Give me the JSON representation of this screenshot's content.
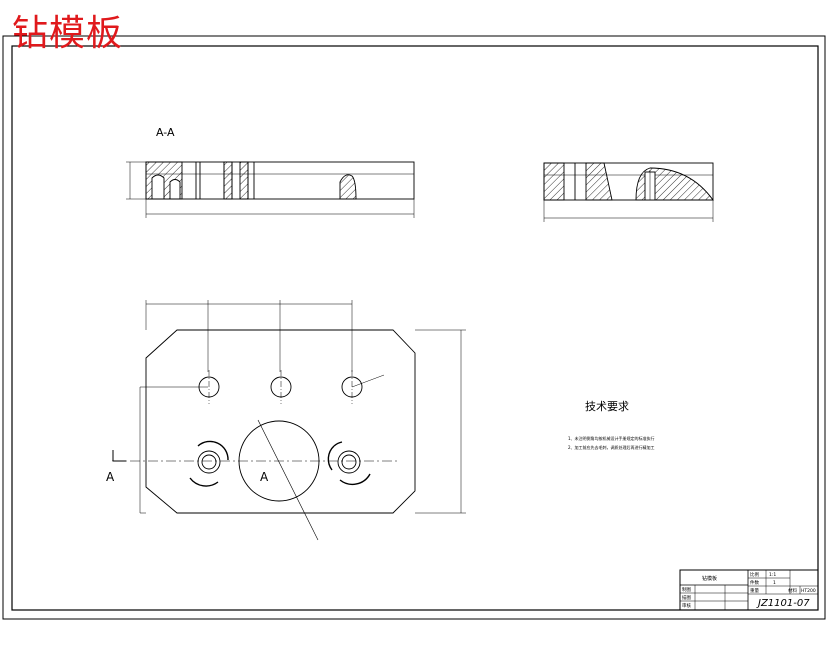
{
  "header": {
    "title": "钻模板"
  },
  "views": {
    "section_label": "A-A",
    "cut_label_left": "A",
    "cut_label_center": "A"
  },
  "technical_requirements": {
    "heading": "技术要求",
    "items": [
      "1、未注明倒角均按机械设计手册规定的标准执行",
      "2、加工前应先去毛刺，调质处理后再进行精加工"
    ]
  },
  "title_block": {
    "part_name": "钻模板",
    "scale_label": "比例",
    "scale_value": "1:1",
    "qty_label": "件数",
    "qty_value": "1",
    "weight_label": "重量",
    "material_label": "材料",
    "material_value": "HT200",
    "row_design": "制图",
    "row_check": "描图",
    "row_review": "审核",
    "drawing_no": "JZ1101-07"
  },
  "colors": {
    "line": "#000000",
    "title": "#e0191c"
  }
}
